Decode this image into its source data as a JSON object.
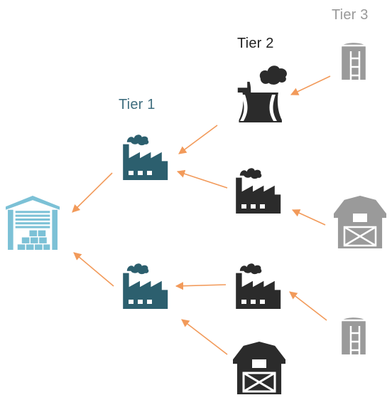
{
  "tiers": [
    {
      "label": "Tier 1",
      "color": "#3f6e7f"
    },
    {
      "label": "Tier 2",
      "color": "#222222"
    },
    {
      "label": "Tier 3",
      "color": "#999999"
    }
  ],
  "colors": {
    "warehouse": "#7cc1d6",
    "tier1": "#2c5f6e",
    "tier2": "#2b2b2b",
    "tier3": "#9a9a9a",
    "arrow": "#f29a5a"
  },
  "nodes": {
    "warehouse": {
      "icon": "warehouse-icon"
    },
    "tier1": [
      {
        "icon": "factory-icon"
      },
      {
        "icon": "factory-icon"
      }
    ],
    "tier2": [
      {
        "icon": "power-plant-icon"
      },
      {
        "icon": "factory-icon"
      },
      {
        "icon": "factory-icon"
      },
      {
        "icon": "barn-icon"
      }
    ],
    "tier3": [
      {
        "icon": "silo-icon"
      },
      {
        "icon": "barn-icon"
      },
      {
        "icon": "silo-icon"
      }
    ]
  }
}
